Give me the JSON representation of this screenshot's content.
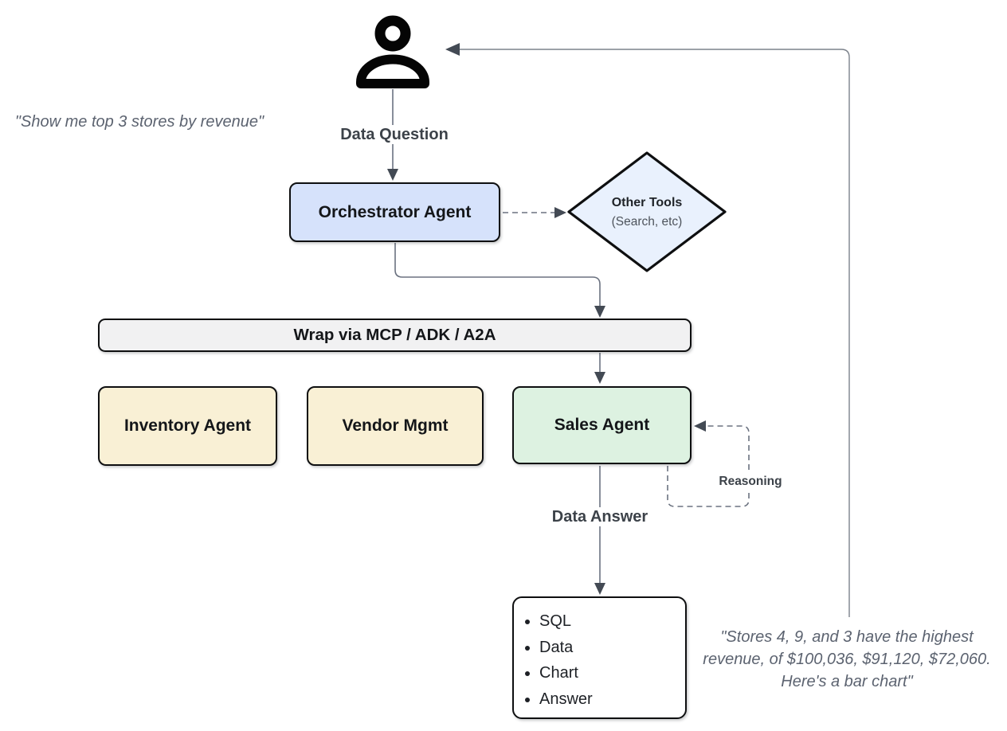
{
  "quotes": {
    "request": "\"Show me top 3 stores by revenue\"",
    "response_lines": [
      "\"Stores 4, 9, and 3 have the highest",
      "revenue, of $100,036, $91,120, $72,060.",
      "Here's a bar chart\""
    ]
  },
  "flow_labels": {
    "data_question": "Data Question",
    "data_answer": "Data Answer",
    "reasoning": "Reasoning"
  },
  "nodes": {
    "orchestrator": "Orchestrator Agent",
    "other_tools_title": "Other Tools",
    "other_tools_subtitle": "(Search, etc)",
    "wrap_bar": "Wrap via MCP / ADK / A2A",
    "inventory": "Inventory Agent",
    "vendor": "Vendor Mgmt",
    "sales": "Sales Agent",
    "output_items": [
      "SQL",
      "Data",
      "Chart",
      "Answer"
    ]
  },
  "icons": {
    "user": "person-icon"
  },
  "colors": {
    "orchestrator_fill": "#d6e2fb",
    "other_tools_fill": "#e9f1fd",
    "wrap_bar_fill": "#f1f1f2",
    "subagent_fill": "#f9f0d5",
    "sales_fill": "#ddf2e1",
    "output_fill": "#ffffff",
    "node_border": "#0e0f10",
    "connector_line": "#6b7280",
    "arrowhead": "#434a54",
    "quote_text": "#5c6370",
    "flow_label_text": "#3c4249"
  }
}
